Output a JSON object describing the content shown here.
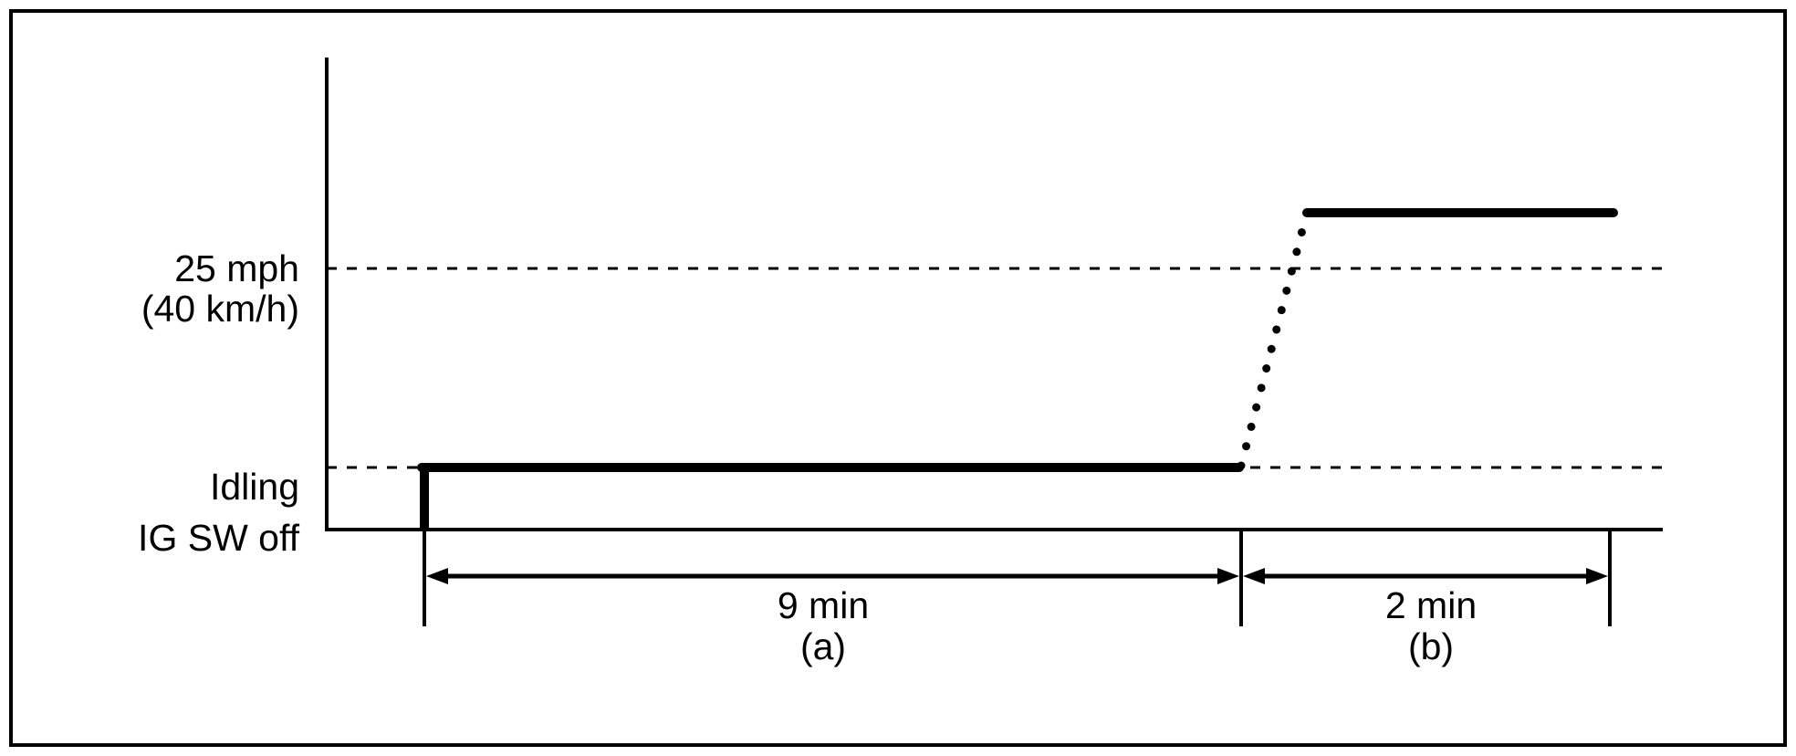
{
  "y_levels": {
    "speed_label_line1": "25 mph",
    "speed_label_line2": "(40 km/h)",
    "idle_label": "Idling",
    "off_label": "IG SW off"
  },
  "phases": [
    {
      "duration": "9 min",
      "tag": "(a)"
    },
    {
      "duration": "2 min",
      "tag": "(b)"
    }
  ],
  "colors": {
    "line": "#000000",
    "background": "#ffffff"
  }
}
